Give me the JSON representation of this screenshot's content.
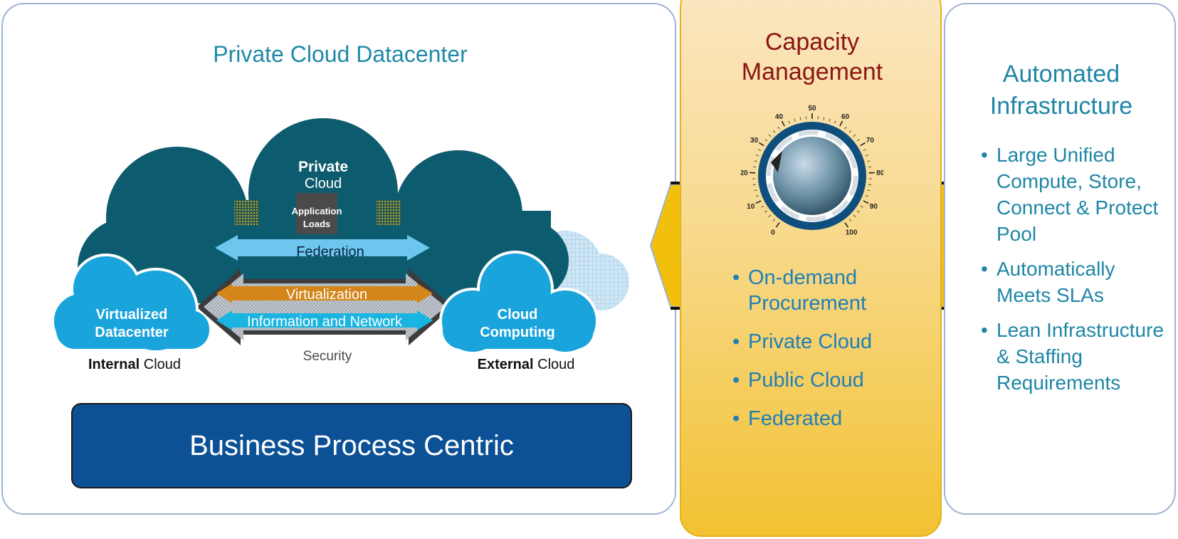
{
  "left": {
    "title": "Private Cloud Datacenter",
    "private_cloud_bold": "Private",
    "private_cloud_rest": "Cloud",
    "app_loads_line1": "Application",
    "app_loads_line2": "Loads",
    "federation": "Federation",
    "virtualization": "Virtualization",
    "info_network": "Information and Network",
    "security": "Security",
    "virtualized_line1": "Virtualized",
    "virtualized_line2": "Datacenter",
    "cloud_computing_line1": "Cloud",
    "cloud_computing_line2": "Computing",
    "internal_bold": "Internal",
    "internal_rest": " Cloud",
    "external_bold": "External",
    "external_rest": " Cloud",
    "business_process": "Business Process Centric"
  },
  "center": {
    "title_line1": "Capacity",
    "title_line2": "Management",
    "dial_ticks": [
      "0",
      "10",
      "20",
      "30",
      "40",
      "50",
      "60",
      "70",
      "80",
      "90",
      "100"
    ],
    "items": [
      "On-demand Procurement",
      "Private Cloud",
      "Public Cloud",
      "Federated"
    ]
  },
  "right": {
    "title_line1": "Automated",
    "title_line2": "Infrastructure",
    "items": [
      "Large Unified Compute, Store, Connect & Protect Pool",
      "Automatically Meets SLAs",
      "Lean Infrastructure & Staffing Requirements"
    ]
  },
  "colors": {
    "dark_cloud": "#0d5b6e",
    "light_cloud": "#1aa4dc",
    "business_box": "#0c5196",
    "title_teal": "#1f8aa8",
    "capacity_title": "#8a1414",
    "virtualization_band": "#d4861a",
    "info_band": "#1ab4e0",
    "federation_arrow": "#6cc6ee"
  }
}
